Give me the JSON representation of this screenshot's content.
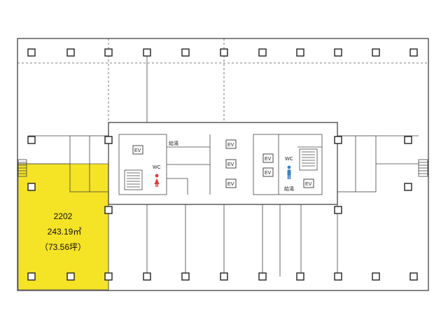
{
  "unit": {
    "number": "2202",
    "area_sqm": "243.19㎡",
    "area_tsubo": "（73.56坪）",
    "highlight_color": "#f5e326"
  },
  "labels": {
    "ev": "EV",
    "wc": "WC",
    "kitchenette": "給湯"
  },
  "colors": {
    "women_wc": "#e23a3a",
    "men_wc": "#3a7fc1"
  },
  "icons": {
    "women_wc": "female-figure-icon",
    "men_wc": "male-figure-icon"
  }
}
